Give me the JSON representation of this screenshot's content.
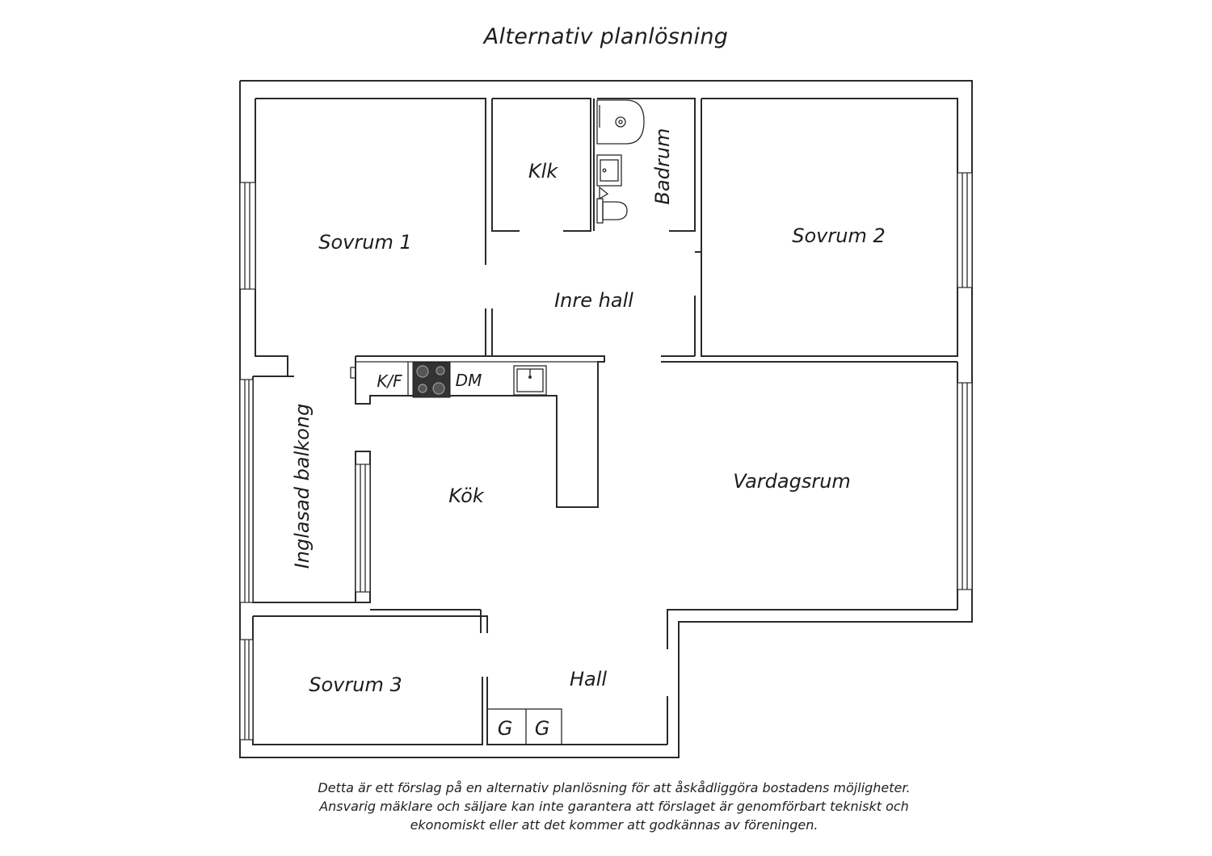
{
  "title": "Alternativ planlösning",
  "rooms": {
    "sovrum1": "Sovrum 1",
    "klk": "Klk",
    "badrum": "Badrum",
    "sovrum2": "Sovrum 2",
    "inre_hall": "Inre hall",
    "inglasad_balkong": "Inglasad balkong",
    "kok": "Kök",
    "vardagsrum": "Vardagsrum",
    "sovrum3": "Sovrum 3",
    "hall": "Hall"
  },
  "fixtures": {
    "kf": "K/F",
    "dm": "DM",
    "g1": "G",
    "g2": "G"
  },
  "disclaimer": {
    "line1": "Detta är ett förslag på en alternativ planlösning för att åskådliggöra bostadens möjligheter.",
    "line2": "Ansvarig mäklare och säljare kan inte garantera att förslaget är genomförbart tekniskt och",
    "line3": "ekonomiskt eller att det kommer att godkännas av föreningen."
  }
}
